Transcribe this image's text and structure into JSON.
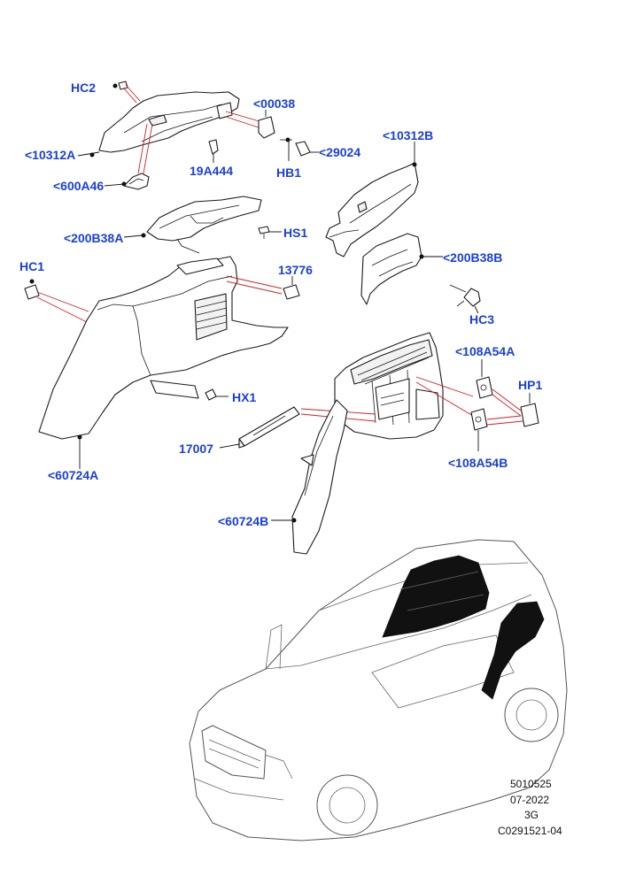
{
  "colors": {
    "label": "#1a3fd9",
    "leader_red": "#d41f1f",
    "line": "#1a1a1a"
  },
  "labels": {
    "hc2": "HC2",
    "c00038": "<00038",
    "c10312a": "<10312A",
    "c19a444": "19A444",
    "hb1": "HB1",
    "c29024": "<29024",
    "c600a46": "<600A46",
    "c10312b": "<10312B",
    "c200b38a": "<200B38A",
    "hs1": "HS1",
    "c200b38b": "<200B38B",
    "hc1": "HC1",
    "c13776": "13776",
    "hc3": "HC3",
    "c108a54a": "<108A54A",
    "hp1": "HP1",
    "hx1": "HX1",
    "c17007": "17007",
    "c108a54b": "<108A54B",
    "c60724a": "<60724A",
    "c60724b": "<60724B"
  },
  "reference": {
    "line1": "5010525",
    "line2": "07-2022",
    "line3": "3G",
    "line4": "C0291521-04"
  }
}
